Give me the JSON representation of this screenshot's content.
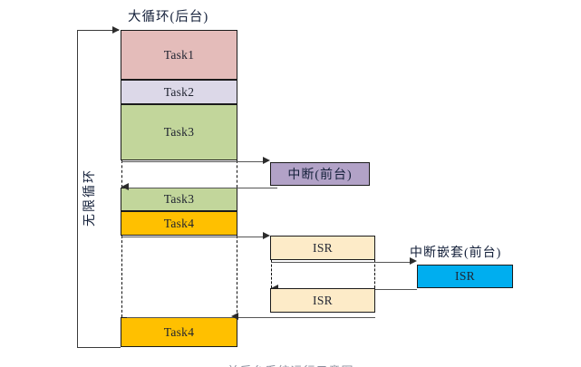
{
  "diagram": {
    "title_main": "大循环(后台)",
    "loop_label": "无限循环",
    "foreground_label": "中断(前台)",
    "nested_label": "中断嵌套(前台)",
    "bottom_caption": "前后台系统运行示意图",
    "colors": {
      "task1": "#E4BCBA",
      "task2": "#DCD8E8",
      "task3": "#C2D69B",
      "task4": "#FFC000",
      "interrupt": "#B2A2C7",
      "isr": "#FDEBC8",
      "isr_nested": "#00AEEF",
      "outline": "#1b1b1b",
      "line": "#3a3a3a"
    },
    "background_blocks": [
      {
        "label": "Task1",
        "color_key": "task1"
      },
      {
        "label": "Task2",
        "color_key": "task2"
      },
      {
        "label": "Task3",
        "color_key": "task3"
      },
      {
        "label": "Task3",
        "color_key": "task3"
      },
      {
        "label": "Task4",
        "color_key": "task4"
      },
      {
        "label": "Task4",
        "color_key": "task4"
      }
    ],
    "interrupt_blocks": [
      {
        "label": "中断(前台)",
        "color_key": "interrupt"
      },
      {
        "label": "ISR",
        "color_key": "isr"
      },
      {
        "label": "ISR",
        "color_key": "isr"
      },
      {
        "label": "ISR",
        "color_key": "isr_nested"
      }
    ]
  }
}
